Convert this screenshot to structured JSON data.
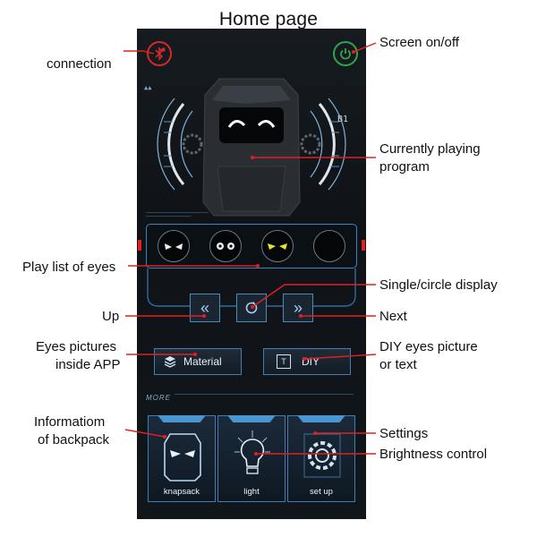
{
  "title": "Home page",
  "annotations": {
    "connection": "connection",
    "screen_toggle": "Screen on/off",
    "current_program_1": "Currently playing",
    "current_program_2": "program",
    "play_list": "Play list of eyes",
    "single_circle": "Single/circle display",
    "up": "Up",
    "next": "Next",
    "eyes_pictures_1": "Eyes pictures",
    "eyes_pictures_2": "inside APP",
    "diy_1": "DIY eyes picture",
    "diy_2": "or text",
    "info_1": "Informatiom",
    "info_2": "of backpack",
    "settings": "Settings",
    "brightness": "Brightness control"
  },
  "app": {
    "material_label": "Material",
    "diy_label": "DIY",
    "more_label": "MORE",
    "tiles": [
      {
        "label": "knapsack"
      },
      {
        "label": "light"
      },
      {
        "label": "set up"
      }
    ]
  },
  "colors": {
    "connection": "#d12a2a",
    "power": "#2ea44f",
    "accent_blue": "#3b8ac2",
    "callout_red": "#e02020"
  }
}
